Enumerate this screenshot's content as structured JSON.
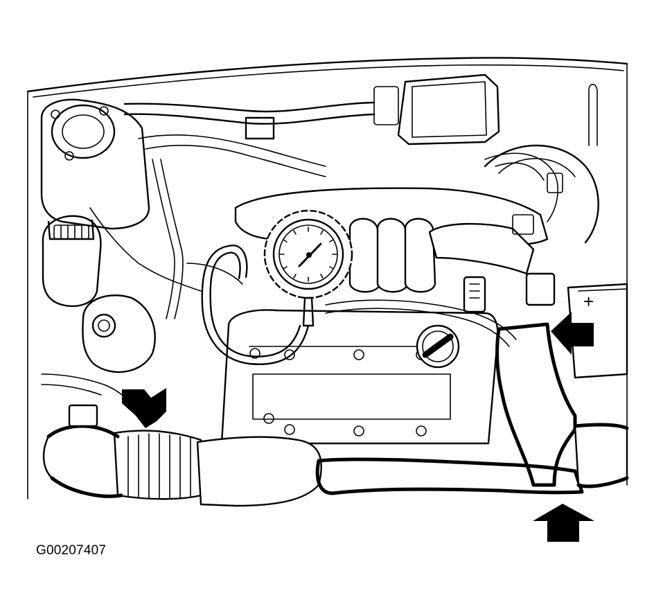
{
  "figure": {
    "id_label": "G00207407",
    "gauge_plus_symbol": "+"
  },
  "arrows": [
    {
      "name": "arrow-left-hose",
      "direction": "down-right"
    },
    {
      "name": "arrow-right-hose",
      "direction": "left"
    },
    {
      "name": "arrow-bottom-hose",
      "direction": "up"
    }
  ]
}
